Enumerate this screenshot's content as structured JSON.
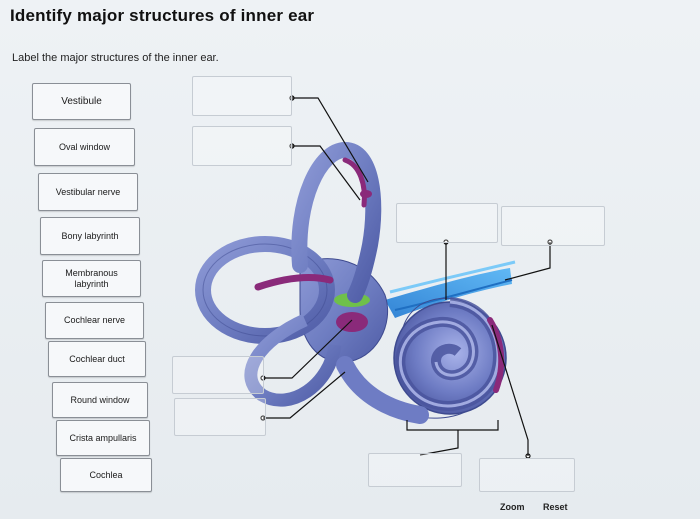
{
  "header": {
    "title": "Identify major structures of inner ear",
    "instruction": "Label the major structures of the inner ear."
  },
  "label_bank": [
    {
      "id": "vestibule",
      "text": "Vestibule"
    },
    {
      "id": "oval-window",
      "text": "Oval window"
    },
    {
      "id": "vestibular-nerve",
      "text": "Vestibular nerve"
    },
    {
      "id": "bony-labyrinth",
      "text": "Bony labyrinth"
    },
    {
      "id": "membranous-labyrinth",
      "text_line1": "Membranous",
      "text_line2": "labyrinth"
    },
    {
      "id": "cochlear-nerve",
      "text": "Cochlear nerve"
    },
    {
      "id": "cochlear-duct",
      "text": "Cochlear duct"
    },
    {
      "id": "round-window",
      "text": "Round window"
    },
    {
      "id": "crista-ampullaris",
      "text": "Crista ampullaris"
    },
    {
      "id": "cochlea",
      "text": "Cochlea"
    }
  ],
  "controls": {
    "zoom": "Zoom",
    "reset": "Reset"
  },
  "colors": {
    "bony_labyrinth": "#6f7ec2",
    "membranous": "#8a2a7a",
    "nerve": "#2f8fe0",
    "highlight": "#6fc04a"
  }
}
